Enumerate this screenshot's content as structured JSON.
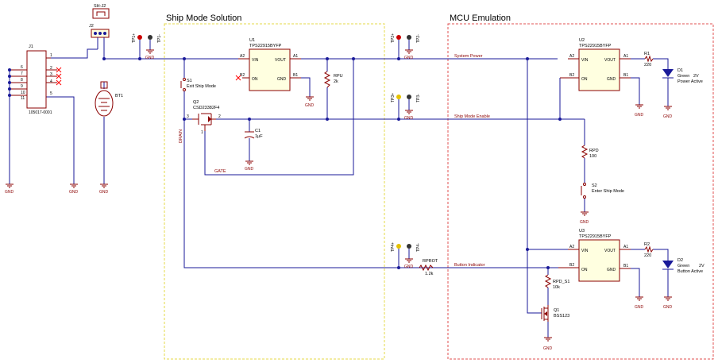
{
  "sections": {
    "ship_mode": "Ship Mode Solution",
    "mcu": "MCU Emulation"
  },
  "connector_j1": {
    "ref": "J1",
    "part": "105017-0001",
    "pins": [
      "1",
      "2",
      "3",
      "4",
      "5",
      "6",
      "7",
      "8",
      "9",
      "10",
      "11"
    ]
  },
  "jumper_j2": {
    "ref": "J2",
    "shunt": "SH-J2"
  },
  "battery": {
    "ref": "BT1"
  },
  "u1": {
    "ref": "U1",
    "part": "TPS22915BYFP",
    "vin": "VIN",
    "vout": "VOUT",
    "on": "ON",
    "gnd": "GND",
    "a2": "A2",
    "a1": "A1",
    "b2": "B2",
    "b1": "B1"
  },
  "u2": {
    "ref": "U2",
    "part": "TPS22915BYFP",
    "vin": "VIN",
    "vout": "VOUT",
    "on": "ON",
    "gnd": "GND",
    "a2": "A2",
    "a1": "A1",
    "b2": "B2",
    "b1": "B1"
  },
  "u3": {
    "ref": "U3",
    "part": "TPS22915BYFP",
    "vin": "VIN",
    "vout": "VOUT",
    "on": "ON",
    "gnd": "GND",
    "a2": "A2",
    "a1": "A1",
    "b2": "B2",
    "b1": "B1"
  },
  "s1": {
    "ref": "S1",
    "label": "Exit Ship Mode"
  },
  "s2": {
    "ref": "S2",
    "label": "Enter Ship Mode"
  },
  "q2": {
    "ref": "Q2",
    "part": "CSD23382F4"
  },
  "q1": {
    "ref": "Q1",
    "part": "BSS123"
  },
  "c1": {
    "ref": "C1",
    "value": "1µF"
  },
  "rpu": {
    "ref": "RPU",
    "value": "2k"
  },
  "rpd": {
    "ref": "RPD",
    "value": "100"
  },
  "rpd_s1": {
    "ref": "RPD_S1",
    "value": "10k"
  },
  "rprot": {
    "ref": "RPROT",
    "value": "1.2k"
  },
  "r1": {
    "ref": "R1",
    "value": "220"
  },
  "r2": {
    "ref": "R2",
    "value": "220"
  },
  "d1": {
    "ref": "D1",
    "color": "Green",
    "vf": "2V",
    "label": "Power Active"
  },
  "d2": {
    "ref": "D2",
    "color": "Green",
    "vf": "2V",
    "label": "Button Active"
  },
  "testpoints": {
    "tp1p": "TP1+",
    "tp1m": "TP1-",
    "tp2p": "TP2+",
    "tp2m": "TP2-",
    "tp3p": "TP3+",
    "tp3m": "TP3-",
    "tp4p": "TP4+",
    "tp4m": "TP4-"
  },
  "nets": {
    "system_power": "System Power",
    "ship_mode_enable": "Ship Mode Enable",
    "button_indicator": "Button Indicator",
    "gate": "GATE",
    "drain": "DRAIN",
    "gnd": "GND"
  },
  "pin_numbers": {
    "p1": "1",
    "p2": "2",
    "p3": "3"
  },
  "colors": {
    "wire": "#1a1a99",
    "symbol": "#8b0000",
    "ship_mode_box": "#e6d84a",
    "mcu_box": "#e05050",
    "no_connect": "#ff0000",
    "tp_positive": "#cc0000",
    "tp_negative": "#333333",
    "led": "#1a1a99"
  }
}
